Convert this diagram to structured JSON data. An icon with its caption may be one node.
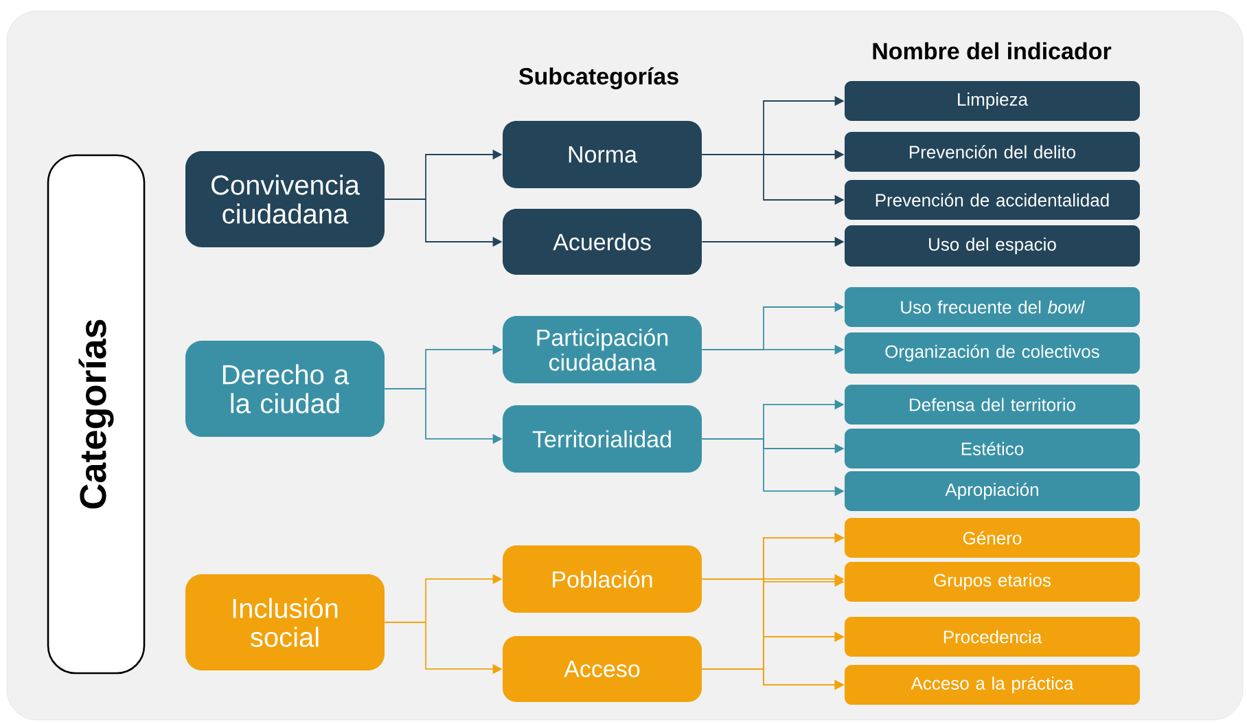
{
  "diagram": {
    "nodes": [
      {
        "text": [
          "Categorías"
        ]
      },
      {
        "text": [
          "Convivencia ciudadana"
        ]
      },
      {
        "text": [
          "Norma"
        ]
      },
      {
        "text": [
          "Acuerdos"
        ]
      },
      {
        "text": [
          "Limpieza"
        ]
      },
      {
        "text": [
          "Prevención del delito"
        ]
      },
      {
        "text": [
          "Prevención de accidentalidad"
        ]
      },
      {
        "text": [
          "Uso del espacio"
        ]
      },
      {
        "text": [
          "Derecho a la ciudad"
        ]
      },
      {
        "text": [
          "Participación ciudadana"
        ]
      },
      {
        "text": [
          "Territorialidad"
        ]
      },
      {
        "text": [
          "Uso frecuente del *bowl*"
        ]
      },
      {
        "text": [
          "Organización de colectivos"
        ]
      },
      {
        "text": [
          "Defensa del territorio"
        ]
      },
      {
        "text": [
          "Estético"
        ]
      },
      {
        "text": [
          "Apropiación"
        ]
      },
      {
        "text": [
          "Inclusión social"
        ]
      },
      {
        "text": [
          "Población"
        ]
      },
      {
        "text": [
          "Acceso"
        ]
      },
      {
        "text": [
          "Género"
        ]
      },
      {
        "text": [
          "Grupos etarios"
        ]
      },
      {
        "text": [
          "Procedencia"
        ]
      },
      {
        "text": [
          "Acceso a la práctica"
        ]
      }
    ],
    "edges": [
      {
        "from": 1,
        "to": 2,
        "arrow": "to",
        "color": "#234459"
      },
      {
        "from": 1,
        "to": 3,
        "arrow": "to",
        "color": "#234459"
      },
      {
        "from": 2,
        "to": 4,
        "arrow": "to",
        "color": "#234459"
      },
      {
        "from": 2,
        "to": 5,
        "arrow": "to",
        "color": "#234459"
      },
      {
        "from": 2,
        "to": 6,
        "arrow": "to",
        "color": "#234459"
      },
      {
        "from": 3,
        "to": 7,
        "arrow": "to",
        "color": "#234459"
      },
      {
        "from": 8,
        "to": 9,
        "arrow": "to",
        "color": "#3a91a5"
      },
      {
        "from": 8,
        "to": 10,
        "arrow": "to",
        "color": "#3a91a5"
      },
      {
        "from": 9,
        "to": 11,
        "arrow": "to",
        "color": "#3a91a5"
      },
      {
        "from": 9,
        "to": 12,
        "arrow": "to",
        "color": "#3a91a5"
      },
      {
        "from": 10,
        "to": 13,
        "arrow": "to",
        "color": "#3a91a5"
      },
      {
        "from": 10,
        "to": 14,
        "arrow": "to",
        "color": "#3a91a5"
      },
      {
        "from": 10,
        "to": 15,
        "arrow": "to",
        "color": "#3a91a5"
      },
      {
        "from": 16,
        "to": 17,
        "arrow": "to"
      },
      {
        "from": 16,
        "to": 18,
        "arrow": "to"
      },
      {
        "from": 17,
        "to": 19,
        "arrow": "to"
      },
      {
        "from": 17,
        "to": 20,
        "arrow": "to"
      },
      {
        "from": 17,
        "to": 21,
        "arrow": "to"
      },
      {
        "from": 17,
        "to": 22,
        "arrow": "to"
      },
      {
        "from": 18,
        "to": 19,
        "arrow": "to"
      },
      {
        "from": 18,
        "to": 20,
        "arrow": "to"
      },
      {
        "from": 18,
        "to": 21,
        "arrow": "to"
      },
      {
        "from": 18,
        "to": 22,
        "arrow": "to"
      }
    ],
    "labels": [
      "Subcategorías",
      "Nombre del indicador"
    ]
  }
}
